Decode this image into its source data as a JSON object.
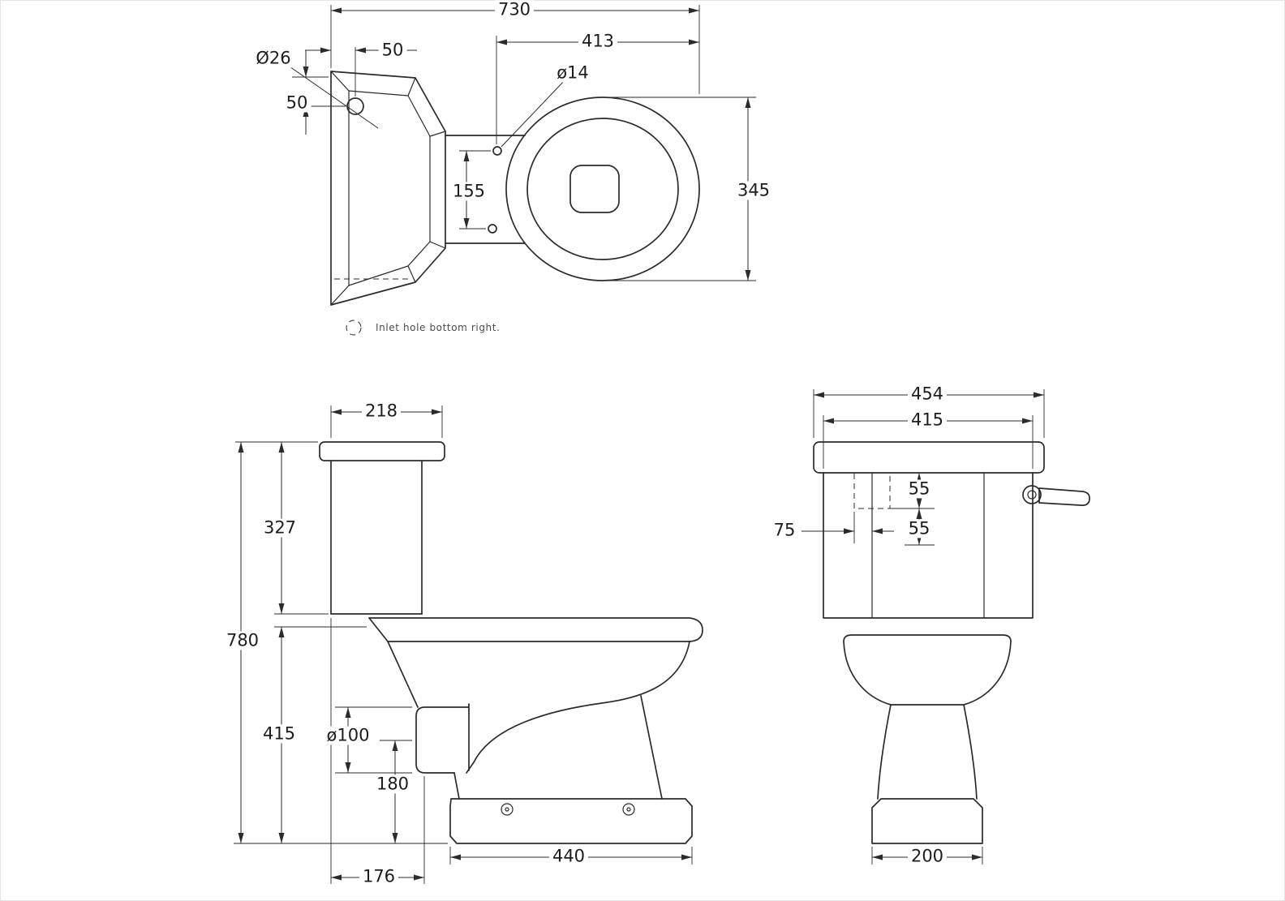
{
  "drawing": {
    "note": "Inlet hole bottom right.",
    "top_view": {
      "overall_width": "730",
      "seat_length": "413",
      "inlet_hole_dia": "Ø26",
      "inlet_hole_offset_x": "50",
      "inlet_hole_offset_y": "50",
      "seat_hole_dia": "ø14",
      "seat_hole_spacing": "155",
      "bowl_width": "345"
    },
    "side_view": {
      "cistern_depth": "218",
      "cistern_height": "327",
      "overall_height": "780",
      "bowl_height": "415",
      "outlet_dia": "ø100",
      "outlet_height": "180",
      "base_depth": "440",
      "outlet_setout": "176"
    },
    "front_view": {
      "lid_width": "454",
      "tank_width": "415",
      "inlet_offset_top": "55",
      "inlet_offset_mid": "55",
      "inlet_offset_side": "75",
      "base_width": "200"
    }
  }
}
